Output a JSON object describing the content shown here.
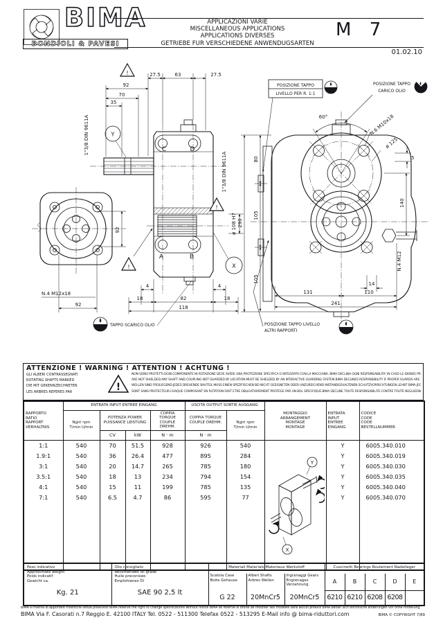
{
  "header": {
    "brand": "BIMA",
    "brand_sub": "BONDIOLI & PAVESI",
    "title_lines": [
      "APPLICAZIONI VARIE",
      "MISCELLANEOUS APPLICATIONS",
      "APPLICATIONS DIVERSES",
      "GETRIEBE FUR VERSCHIEDENE ANWENDUGSARTEN"
    ],
    "model": "M 7",
    "date": "01.02.10"
  },
  "drawing": {
    "excl": "!",
    "d275": "27.5",
    "d63": "63",
    "d92": "92",
    "d70": "70",
    "d35": "35",
    "d4": "4",
    "d18": "18",
    "d82": "82",
    "d118": "118",
    "d80": "80",
    "d105": "105",
    "d290": "290",
    "d140": "140",
    "d5": "5",
    "d14": "14",
    "d131": "131",
    "d110": "110",
    "d241": "241",
    "d60": "60°",
    "spline": "1\"3/8 DIN 9611A",
    "bore": "ø 108  H7",
    "bolt_circle": "ø 125",
    "n6": "N.6 M10x18",
    "n4a": "N.4 M12x18",
    "n4b": "N.4 M12",
    "lA": "A",
    "lB": "B",
    "lC": "C",
    "lD": "D",
    "lX": "X",
    "lY": "Y",
    "tappo_scarico": "TAPPO SCARICO OLIO",
    "pos_livello_1": "POSIZIONE TAPPO",
    "pos_livello_2": "LIVELLO PER R. 1:1",
    "pos_carico_1": "POSIZIONE TAPPO",
    "pos_carico_2": "CARICO OLIO",
    "pos_altri_1": "POSIZIONE TAPPO LIVELLO",
    "pos_altri_2": "ALTRI RAPPORTI"
  },
  "warning": {
    "title": "ATTENZIONE !    WARNING !    ATTENTION !    ACHTUNG !",
    "left_lines": [
      "GLI ALBERI CONTRASSEGNATI",
      "ROTATING SHAFTS MARKED",
      "DIE MIT GEKENNZEICHNETEN",
      "LES ARBRES REPERES PAR"
    ],
    "right_lines": [
      "NON SONO PROTETTI.OGNI COMPONENTE IN ROTAZIONE DEVE AVERE UNA PROTEZIONE SPECIFICA O INTEGRATA CON LA MACCHINA. BIMA DECLINA OGNI RESPONSABILITA' IN CASO LE IDONEE PROTEZIONI NON SIANO PREVISTE",
      "ARE NOT SHIELDED.ANY SHAFT AND COUPLING NOT GUARDED BY LOCATION MUST BE SHIELDED BY AN INTERACTIVE GUARDING SYSTEM.BIMA DECLINES RESPONSIBILITY IF PROPER GUARDS ARE NOT PROVIDED AND MAINTAINED",
      "WELLEN SIND FREILIEGEND.JEDES DREHENDE BAUTEIL MUSS EINEN SPEZIFISCHEN BEI NICHT GEEIGNETEN ODER UNZUREICHEND INSTANDGEHALTENEN SCHUTZVORRICHTUNGEN LEHNT BIMA JEGLICHE VERANTWORTUNG AB",
      "SONT SANS PROTECTEUR.CHAQUE COMPOSANT EN ROTATION DOIT ETRE OBLIGATOIREMENT PROTEGE PAR UN BOL SPECIFIQUE.BIMA DECLINE TOUTE RESPONSABILITE CONTRE TOUTE NEGLIGENCE"
    ]
  },
  "table": {
    "h_ratio": "RAPPORTO\nRATIO\nRAPPORT\nVERHALTNIS",
    "h_group_in": "ENTRATA INPUT ENTREE EINGANG",
    "h_group_out": "USCITA OUTPUT SORTIE AUSGANG",
    "h_rpm": "Ngiri   rpm\nT/min   U/min",
    "h_power": "POTENZA POWER\nPUISSANCE LEISTUNG",
    "h_cv": "CV",
    "h_kw": "kW",
    "h_torque": "COPPIA TORQUE\nCOUPLE DREHM.",
    "h_nm": "N · m",
    "h_mount": "MONTAGGIO\nARRANGEMENT\nMONTAGE\nMONTAGE",
    "h_input": "ENTRATA\nINPUT\nENTREE\nEINGANG",
    "h_code": "CODICE\nCODE\nCODE\nBESTELLNUMMER",
    "rows": [
      {
        "ratio": "1:1",
        "rpm_in": "540",
        "cv": "70",
        "kw": "51.5",
        "nm_in": "928",
        "nm_out": "926",
        "rpm_out": "540",
        "input": "Y",
        "code": "6005.340.010"
      },
      {
        "ratio": "1.9:1",
        "rpm_in": "540",
        "cv": "36",
        "kw": "26.4",
        "nm_in": "477",
        "nm_out": "895",
        "rpm_out": "284",
        "input": "Y",
        "code": "6005.340.019"
      },
      {
        "ratio": "3:1",
        "rpm_in": "540",
        "cv": "20",
        "kw": "14.7",
        "nm_in": "265",
        "nm_out": "785",
        "rpm_out": "180",
        "input": "Y",
        "code": "6005.340.030"
      },
      {
        "ratio": "3.5:1",
        "rpm_in": "540",
        "cv": "18",
        "kw": "13",
        "nm_in": "234",
        "nm_out": "794",
        "rpm_out": "154",
        "input": "Y",
        "code": "6005.340.035"
      },
      {
        "ratio": "4:1",
        "rpm_in": "540",
        "cv": "15",
        "kw": "11",
        "nm_in": "199",
        "nm_out": "785",
        "rpm_out": "135",
        "input": "Y",
        "code": "6005.340.040"
      },
      {
        "ratio": "7:1",
        "rpm_in": "540",
        "cv": "6.5",
        "kw": "4.7",
        "nm_in": "86",
        "nm_out": "595",
        "rpm_out": "77",
        "input": "Y",
        "code": "6005.340.070"
      }
    ]
  },
  "info": {
    "weight_label": "Peso indicativo\nApproximate weight\nPoids indicatif\nGewicht ca.",
    "weight_value": "Kg. 21",
    "oil_label": "Olio consigliato\nRecomended oil grade\nHuile preconisée\nEmpfohlenes Öl",
    "oil_value": "SAE 90   2,5 lt",
    "materials_title": "Materiali Materials Materiaux Werkstoff",
    "case_label": "Scatola Case\nBoite Gehause",
    "case_value": "G 22",
    "shafts_label": "Alberi Shafts\nArbres Wellen",
    "shafts_value": "20MnCr5",
    "gears_label": "Ingranaggi Gears\nEngrenages Verzahnung",
    "gears_value": "20MnCr5",
    "bearings_title": "Cuscinetti Bearings Roulement Nadellager",
    "bearings": [
      {
        "pos": "A",
        "code": "6210"
      },
      {
        "pos": "B",
        "code": "6210"
      },
      {
        "pos": "C",
        "code": "6208"
      },
      {
        "pos": "D",
        "code": "6208"
      },
      {
        "pos": "E",
        "code": ""
      }
    ]
  },
  "footer": {
    "line1": "BIMA si riserva di apportare modifiche senza preavviso    BIMA reserve the right to change specifications without notice    BIMA se reserve le droite de modifier ses modeles sans aucun preavis    BIMA behalt sich technische anderungen vor ohne mitteilung",
    "line2": "BIMA Via F. Casorati n.7 Reggio E. 42100 ITALY Tel. 0522 - 511300   Telefax 0522 - 513295   E-Mail info @ bima-riduttori.com",
    "copyright": "BIMA © COPYRIGHT 7/89"
  }
}
